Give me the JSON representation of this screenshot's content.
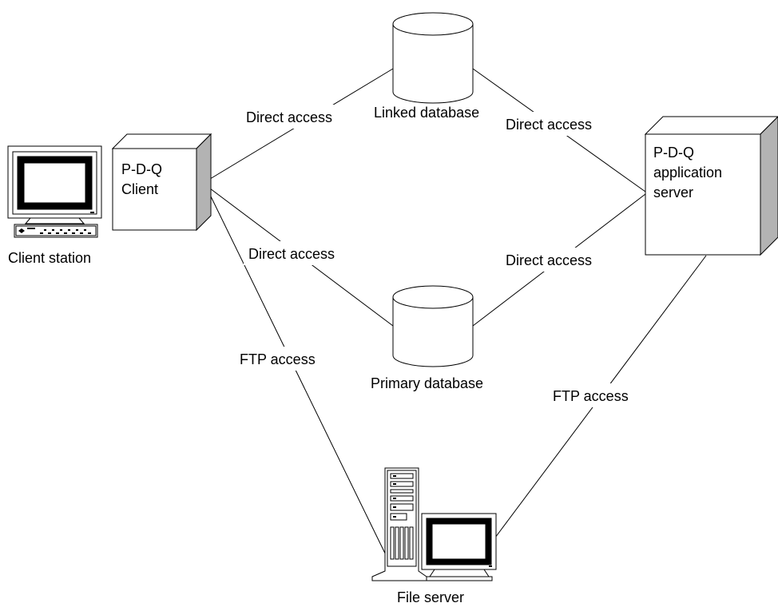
{
  "nodes": {
    "client_station": {
      "label": "Client station"
    },
    "pdq_client": {
      "label_line1": "P-D-Q",
      "label_line2": "Client"
    },
    "linked_database": {
      "label": "Linked database"
    },
    "primary_database": {
      "label": "Primary database"
    },
    "pdq_app_server": {
      "label_line1": "P-D-Q",
      "label_line2": "application",
      "label_line3": "server"
    },
    "file_server": {
      "label": "File server"
    }
  },
  "connections": {
    "client_to_linked": "Direct access",
    "linked_to_app": "Direct access",
    "client_to_primary": "Direct access",
    "primary_to_app": "Direct access",
    "client_to_file": "FTP access",
    "app_to_file": "FTP access"
  },
  "colors": {
    "line": "#000000",
    "box_side": "#b3b3b3",
    "box_front": "#ffffff",
    "monitor_bezel": "#ffffff"
  }
}
